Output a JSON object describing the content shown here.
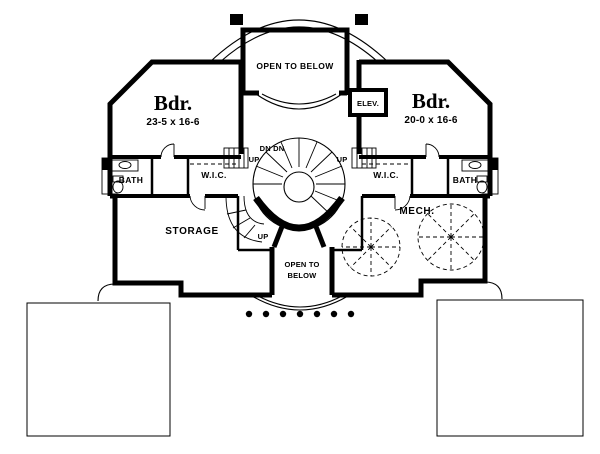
{
  "colors": {
    "line": "#000000",
    "background": "#ffffff"
  },
  "plan": {
    "upper_hall": {
      "label": "OPEN TO BELOW"
    },
    "bedroom_left": {
      "name": "Bdr.",
      "dims": "23-5 x 16-6"
    },
    "bedroom_right": {
      "name": "Bdr.",
      "dims": "20-0 x 16-6"
    },
    "elevator": {
      "label": "ELEV."
    },
    "stair": {
      "down_label": "DN DN",
      "up_label_left": "UP",
      "up_label_right": "UP",
      "up_label_lower": "UP"
    },
    "bath_left": {
      "label": "BATH"
    },
    "closet_left": {
      "label": "W.I.C."
    },
    "closet_right": {
      "label": "W.I.C."
    },
    "bath_right": {
      "label": "BATH"
    },
    "storage": {
      "label": "STORAGE"
    },
    "mechanical": {
      "label": "MECH."
    },
    "lower_hall": {
      "line1": "OPEN TO",
      "line2": "BELOW"
    }
  }
}
